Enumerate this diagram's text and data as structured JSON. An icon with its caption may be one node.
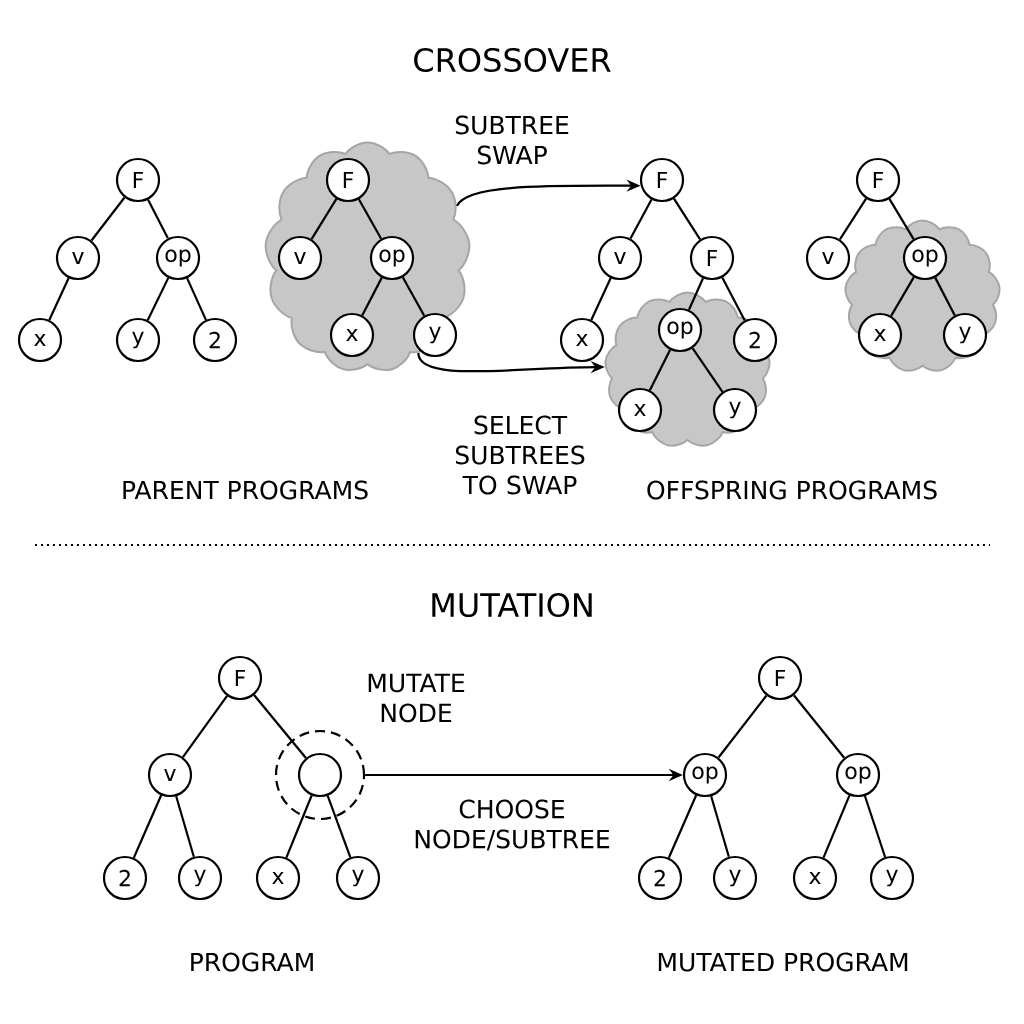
{
  "diagram": {
    "nodes": [
      {
        "text": [
          "F"
        ]
      },
      {
        "text": [
          "v"
        ]
      },
      {
        "text": [
          "op"
        ]
      },
      {
        "text": [
          "x"
        ]
      },
      {
        "text": [
          "y"
        ]
      },
      {
        "text": [
          "2"
        ]
      },
      {
        "text": [],
        "shape": "cloud"
      },
      {
        "text": [
          "F"
        ],
        "in": 6
      },
      {
        "text": [
          "v"
        ],
        "in": 6
      },
      {
        "text": [
          "op"
        ],
        "in": 6
      },
      {
        "text": [
          "x"
        ],
        "in": 6
      },
      {
        "text": [
          "y"
        ],
        "in": 6
      },
      {
        "text": [
          "F"
        ]
      },
      {
        "text": [
          "v"
        ]
      },
      {
        "text": [
          "F"
        ]
      },
      {
        "text": [
          "x"
        ]
      },
      {
        "text": [
          "2"
        ]
      },
      {
        "text": [],
        "shape": "cloud"
      },
      {
        "text": [
          "op"
        ],
        "in": 17
      },
      {
        "text": [
          "x"
        ],
        "in": 17
      },
      {
        "text": [
          "y"
        ],
        "in": 17
      },
      {
        "text": [
          "F"
        ]
      },
      {
        "text": [
          "v"
        ]
      },
      {
        "text": [],
        "shape": "cloud"
      },
      {
        "text": [
          "op"
        ],
        "in": 23
      },
      {
        "text": [
          "x"
        ],
        "in": 23
      },
      {
        "text": [
          "y"
        ],
        "in": 23
      },
      {
        "text": [
          "F"
        ]
      },
      {
        "text": [
          "v"
        ]
      },
      {
        "text": [],
        "shape": "circle"
      },
      {
        "text": [],
        "shape": "circle",
        "in": 29
      },
      {
        "text": [
          "2"
        ]
      },
      {
        "text": [
          "y"
        ]
      },
      {
        "text": [
          "x"
        ]
      },
      {
        "text": [
          "y"
        ]
      },
      {
        "text": [
          "F"
        ]
      },
      {
        "text": [
          "op"
        ]
      },
      {
        "text": [
          "op"
        ]
      },
      {
        "text": [
          "2"
        ]
      },
      {
        "text": [
          "y"
        ]
      },
      {
        "text": [
          "x"
        ]
      },
      {
        "text": [
          "y"
        ]
      }
    ],
    "edges": [
      {
        "from": 0,
        "to": 1,
        "arrow": "none"
      },
      {
        "from": 0,
        "to": 2,
        "arrow": "none"
      },
      {
        "from": 1,
        "to": 3,
        "arrow": "none"
      },
      {
        "from": 2,
        "to": 4,
        "arrow": "none"
      },
      {
        "from": 2,
        "to": 5,
        "arrow": "none"
      },
      {
        "from": 7,
        "to": 8,
        "arrow": "none"
      },
      {
        "from": 7,
        "to": 9,
        "arrow": "none"
      },
      {
        "from": 9,
        "to": 10,
        "arrow": "none"
      },
      {
        "from": 9,
        "to": 11,
        "arrow": "none"
      },
      {
        "from": 12,
        "to": 13,
        "arrow": "none"
      },
      {
        "from": 12,
        "to": 14,
        "arrow": "none"
      },
      {
        "from": 13,
        "to": 15,
        "arrow": "none"
      },
      {
        "from": 14,
        "to": 18,
        "arrow": "none"
      },
      {
        "from": 14,
        "to": 16,
        "arrow": "none"
      },
      {
        "from": 18,
        "to": 19,
        "arrow": "none"
      },
      {
        "from": 18,
        "to": 20,
        "arrow": "none"
      },
      {
        "from": 21,
        "to": 22,
        "arrow": "none"
      },
      {
        "from": 21,
        "to": 24,
        "arrow": "none"
      },
      {
        "from": 24,
        "to": 25,
        "arrow": "none"
      },
      {
        "from": 24,
        "to": 26,
        "arrow": "none"
      },
      {
        "from": 6,
        "to": 12,
        "arrow": "to"
      },
      {
        "from": 6,
        "to": 17,
        "arrow": "to"
      },
      {
        "from": 27,
        "to": 28,
        "arrow": "none"
      },
      {
        "from": 27,
        "to": 30,
        "arrow": "none"
      },
      {
        "from": 28,
        "to": 31,
        "arrow": "none"
      },
      {
        "from": 28,
        "to": 32,
        "arrow": "none"
      },
      {
        "from": 30,
        "to": 33,
        "arrow": "none"
      },
      {
        "from": 30,
        "to": 34,
        "arrow": "none"
      },
      {
        "from": 29,
        "to": 36,
        "arrow": "to"
      },
      {
        "from": 35,
        "to": 36,
        "arrow": "none"
      },
      {
        "from": 35,
        "to": 37,
        "arrow": "none"
      },
      {
        "from": 36,
        "to": 38,
        "arrow": "none"
      },
      {
        "from": 36,
        "to": 39,
        "arrow": "none"
      },
      {
        "from": 37,
        "to": 40,
        "arrow": "none"
      },
      {
        "from": 37,
        "to": 41,
        "arrow": "none"
      }
    ],
    "labels": [
      "CROSSOVER",
      "SUBTREE SWAP",
      "PARENT PROGRAMS",
      "SELECT SUBTREES TO SWAP",
      "OFFSPRING PROGRAMS",
      "MUTATION",
      "MUTATE NODE",
      "CHOOSE NODE/SUBTREE",
      "PROGRAM",
      "MUTATED PROGRAM"
    ]
  }
}
